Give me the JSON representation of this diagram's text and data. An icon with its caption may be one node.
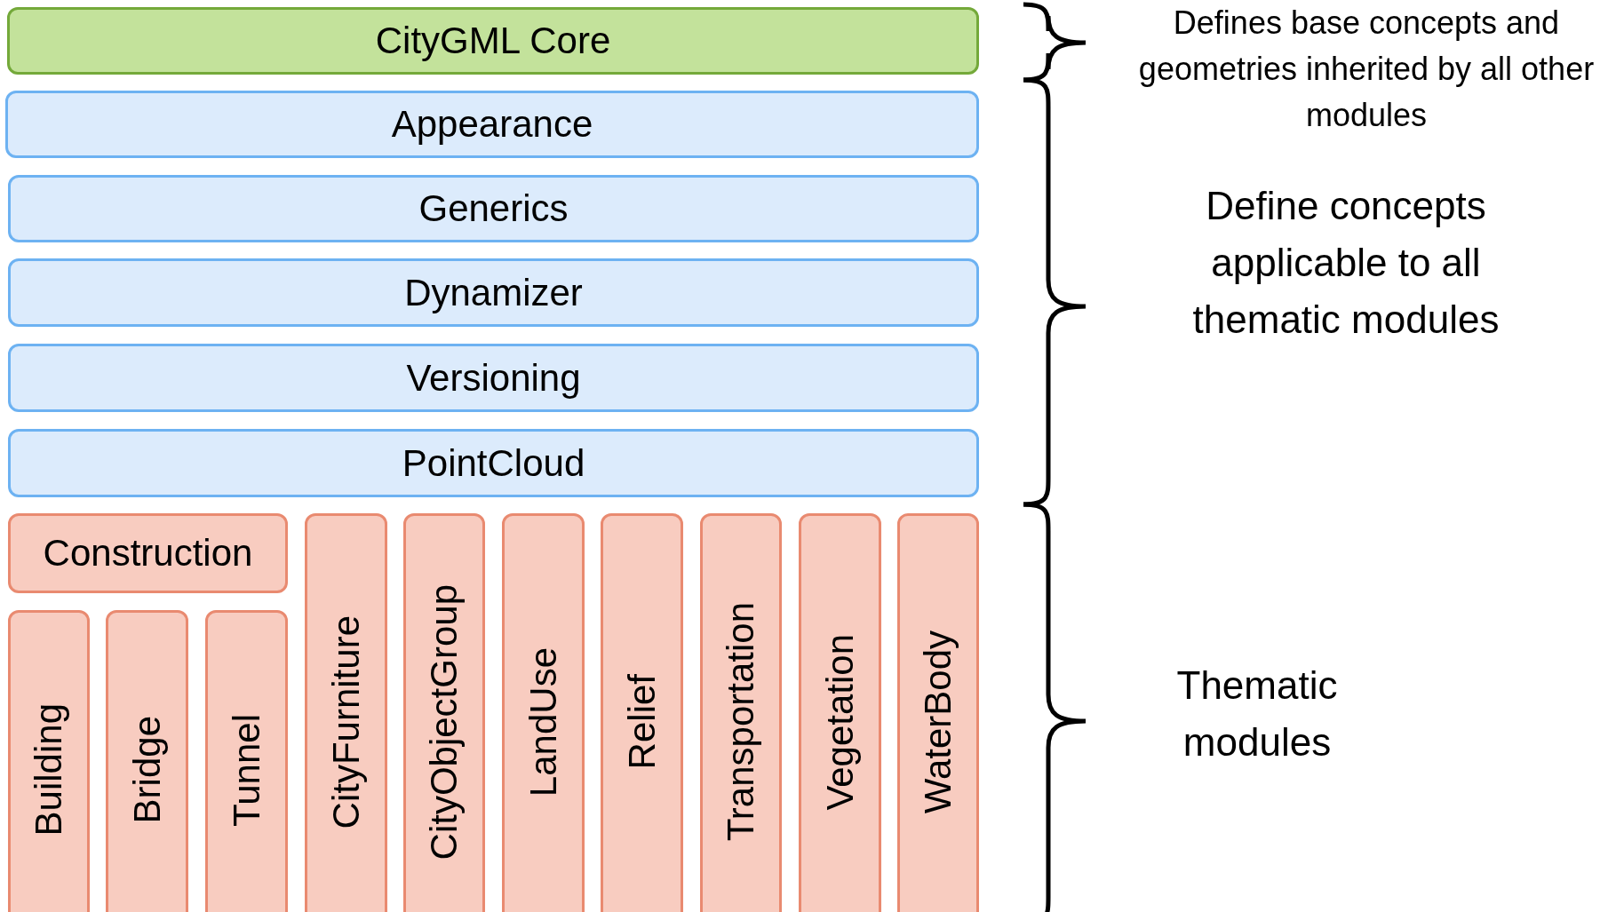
{
  "diagram": {
    "nodes": [
      {
        "text": [
          "CityGML Core"
        ]
      },
      {
        "text": [
          "Appearance"
        ]
      },
      {
        "text": [
          "Generics"
        ]
      },
      {
        "text": [
          "Dynamizer"
        ]
      },
      {
        "text": [
          "Versioning"
        ]
      },
      {
        "text": [
          "PointCloud"
        ]
      },
      {
        "text": [
          "Construction"
        ]
      },
      {
        "text": [
          "Building"
        ]
      },
      {
        "text": [
          "Bridge"
        ]
      },
      {
        "text": [
          "Tunnel"
        ]
      },
      {
        "text": [
          "CityFurniture"
        ]
      },
      {
        "text": [
          "CityObjectGroup"
        ]
      },
      {
        "text": [
          "LandUse"
        ]
      },
      {
        "text": [
          "Relief"
        ]
      },
      {
        "text": [
          "Transportation"
        ]
      },
      {
        "text": [
          "Vegetation"
        ]
      },
      {
        "text": [
          "WaterBody"
        ]
      }
    ],
    "edges": [],
    "labels": [
      "Defines base concepts and geometries inherited by all other modules",
      "Define concepts applicable to all thematic modules",
      "Thematic modules"
    ]
  }
}
